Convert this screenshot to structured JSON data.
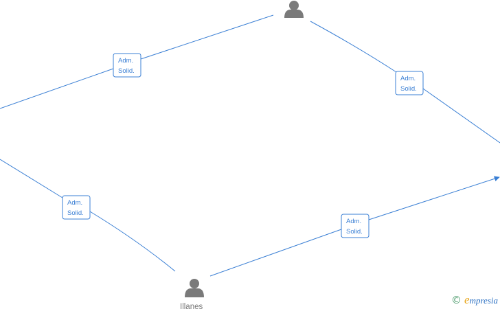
{
  "colors": {
    "edge": "#3a7fd4",
    "person": "#7a7a7a",
    "label_text": "#777777",
    "brand_accent": "#e8a417",
    "brand": "#2a6fc2",
    "copyright": "#4a9a6a"
  },
  "nodes": [
    {
      "id": "top",
      "icon": "person-icon",
      "label": ""
    },
    {
      "id": "bottom",
      "icon": "person-icon",
      "label": "Illanes"
    }
  ],
  "edges": [
    {
      "id": "top-left",
      "label_line1": "Adm.",
      "label_line2": "Solid."
    },
    {
      "id": "top-right",
      "label_line1": "Adm.",
      "label_line2": "Solid."
    },
    {
      "id": "bottom-left",
      "label_line1": "Adm.",
      "label_line2": "Solid."
    },
    {
      "id": "bottom-right",
      "label_line1": "Adm.",
      "label_line2": "Solid."
    }
  ],
  "watermark": {
    "copyright_symbol": "©",
    "brand_initial": "e",
    "brand_rest": "mpresia"
  }
}
